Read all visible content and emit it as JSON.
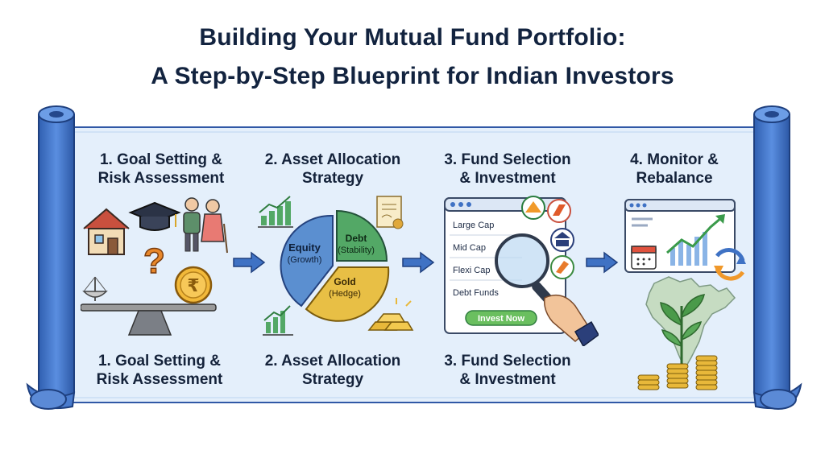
{
  "title": {
    "line1": "Building Your Mutual Fund Portfolio:",
    "line2": "A Step-by-Step Blueprint for Indian Investors"
  },
  "steps": [
    {
      "line1": "1. Goal Setting &",
      "line2": "Risk Assessment"
    },
    {
      "line1": "2. Asset Allocation",
      "line2": "Strategy"
    },
    {
      "line1": "3. Fund Selection",
      "line2": "& Investment"
    },
    {
      "line1": "4. Monitor &",
      "line2": "Rebalance"
    }
  ],
  "bottom_steps": [
    {
      "line1": "1. Goal Setting &",
      "line2": "Risk Assessment"
    },
    {
      "line1": "2. Asset Allocation",
      "line2": "Strategy"
    },
    {
      "line1": "3. Fund Selection",
      "line2": "& Investment"
    }
  ],
  "allocation": {
    "equity": {
      "name": "Equity",
      "sub": "(Growth)"
    },
    "debt": {
      "name": "Debt",
      "sub": "(Stability)"
    },
    "gold": {
      "name": "Gold",
      "sub": "(Hedge)"
    }
  },
  "fund_list": {
    "items": [
      "Large Cap",
      "Mid Cap",
      "Flexi Cap",
      "Debt Funds"
    ],
    "button": "Invest Now"
  },
  "rupee_symbol": "₹",
  "question_mark": "?",
  "colors": {
    "scroll_blue": "#3f72c4",
    "panel": "#e4effb",
    "equity": "#5b8fd0",
    "debt": "#53a866",
    "gold": "#e8bf45",
    "button_green": "#6abf5f"
  }
}
